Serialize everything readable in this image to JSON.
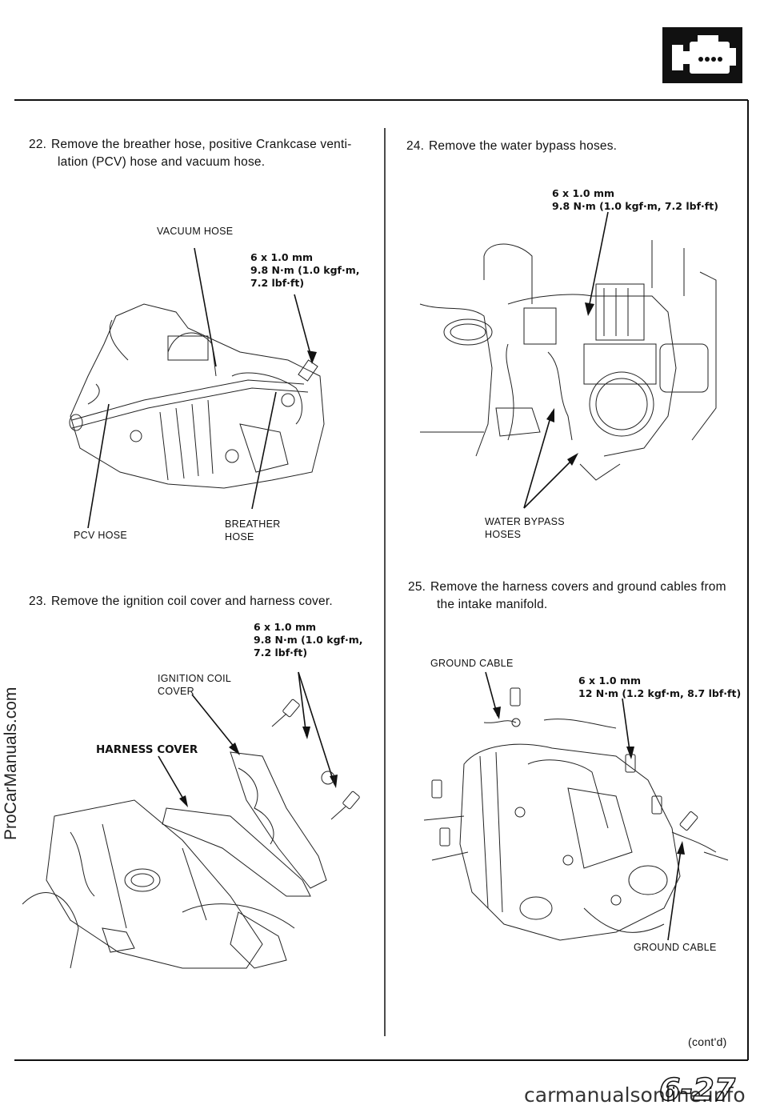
{
  "header": {
    "section_icon": "engine-icon"
  },
  "steps": {
    "s22": {
      "num": "22.",
      "line1": "Remove the breather hose, positive Crankcase venti-",
      "line2": "lation (PCV) hose and vacuum hose."
    },
    "s23": {
      "num": "23.",
      "line1": "Remove the ignition coil cover and harness cover."
    },
    "s24": {
      "num": "24.",
      "line1": "Remove the water bypass hoses."
    },
    "s25": {
      "num": "25.",
      "line1": "Remove the harness covers and ground cables from",
      "line2": "the intake manifold."
    }
  },
  "fig22": {
    "vacuum_hose": "VACUUM HOSE",
    "torque_l1": "6 x 1.0 mm",
    "torque_l2": "9.8 N·m (1.0 kgf·m,",
    "torque_l3": "7.2 lbf·ft)",
    "pcv_hose": "PCV HOSE",
    "breather_l1": "BREATHER",
    "breather_l2": "HOSE"
  },
  "fig23": {
    "torque_l1": "6 x 1.0 mm",
    "torque_l2": "9.8 N·m (1.0 kgf·m,",
    "torque_l3": "7.2 lbf·ft)",
    "coil_l1": "IGNITION COIL",
    "coil_l2": "COVER",
    "harness_cover": "HARNESS COVER"
  },
  "fig24": {
    "torque_l1": "6 x 1.0 mm",
    "torque_l2": "9.8 N·m (1.0 kgf·m, 7.2 lbf·ft)",
    "water_l1": "WATER BYPASS",
    "water_l2": "HOSES"
  },
  "fig25": {
    "ground_top": "GROUND CABLE",
    "torque_l1": "6 x 1.0 mm",
    "torque_l2": "12 N·m (1.2 kgf·m, 8.7 lbf·ft)",
    "ground_bottom": "GROUND CABLE"
  },
  "footer": {
    "contd": "(cont'd)",
    "page_number": "6-27",
    "watermark_side": "ProCarManuals.com",
    "watermark_bottom": "carmanualsonline.info"
  }
}
